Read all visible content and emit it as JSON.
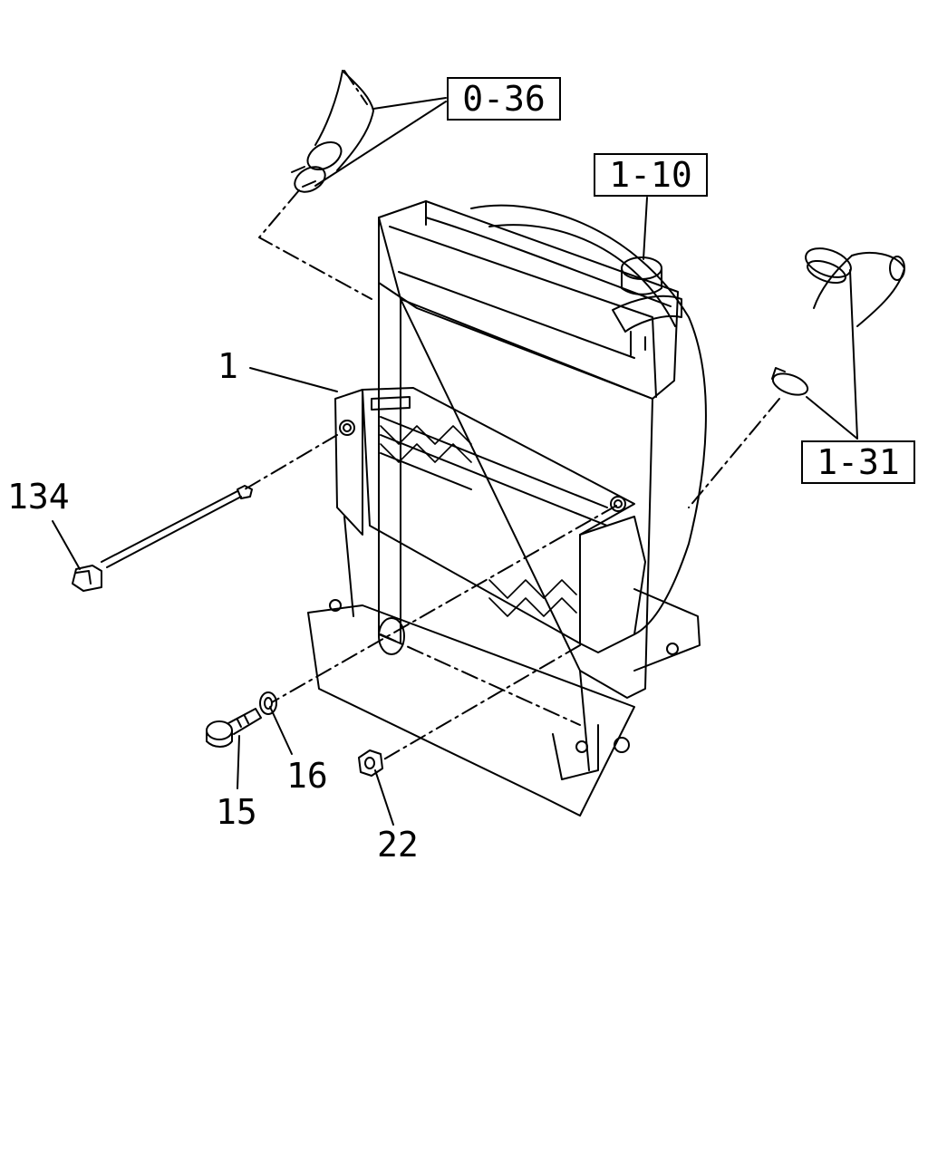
{
  "diagram": {
    "reference_boxes": {
      "ref_0_36": "0-36",
      "ref_1_10": "1-10",
      "ref_1_31": "1-31"
    },
    "part_numbers": {
      "p1": "1",
      "p134": "134",
      "p15": "15",
      "p16": "16",
      "p22": "22"
    },
    "colors": {
      "line": "#000000",
      "background": "#ffffff"
    }
  }
}
